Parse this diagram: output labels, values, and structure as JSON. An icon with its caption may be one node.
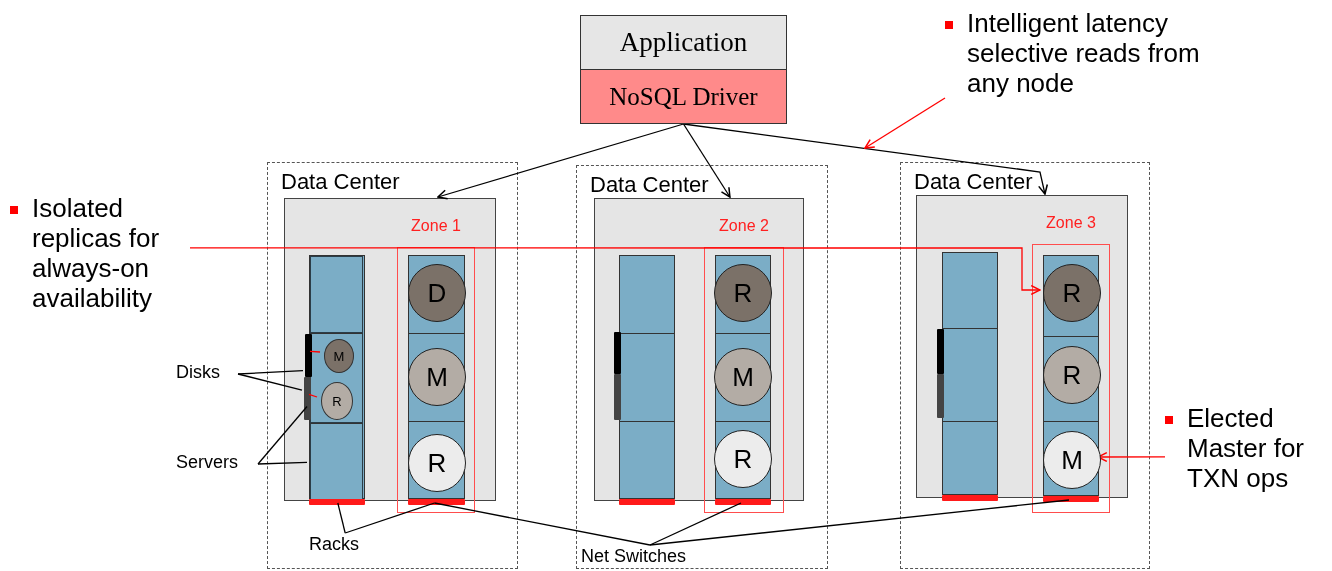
{
  "diagram": {
    "nodes": [
      {
        "text": [
          "Application"
        ]
      },
      {
        "text": [
          "NoSQL Driver"
        ]
      },
      {
        "text": [
          "Intelligent latency selective reads from any node"
        ]
      },
      {
        "text": [
          "Isolated replicas for always-on availability"
        ]
      },
      {
        "text": [
          "Elected Master for TXN ops"
        ]
      },
      {
        "text": [
          "Disks"
        ]
      },
      {
        "text": [
          "Servers"
        ]
      },
      {
        "text": [
          "Racks"
        ],
        "in": 9
      },
      {
        "text": [
          "Net Switches"
        ],
        "in": 26
      },
      {
        "text": [
          "Data Center"
        ]
      },
      {
        "text": [],
        "shape": "box",
        "in": 9
      },
      {
        "text": [],
        "shape": "box",
        "in": 10
      },
      {
        "text": [],
        "shape": "box",
        "in": 11
      },
      {
        "text": [],
        "shape": "box",
        "in": 11
      },
      {
        "text": [],
        "shape": "box",
        "in": 11
      },
      {
        "text": [
          "M"
        ],
        "in": 13
      },
      {
        "text": [
          "R"
        ],
        "in": 13
      },
      {
        "text": [],
        "shape": "bar",
        "in": 10
      },
      {
        "text": [],
        "shape": "bar",
        "in": 10
      },
      {
        "text": [],
        "shape": "bar",
        "in": 10
      },
      {
        "text": [
          "Zone 1"
        ],
        "in": 10
      },
      {
        "text": [],
        "shape": "box",
        "in": 20
      },
      {
        "text": [
          "D"
        ],
        "in": 21
      },
      {
        "text": [
          "M"
        ],
        "in": 21
      },
      {
        "text": [
          "R"
        ],
        "in": 21
      },
      {
        "text": [],
        "shape": "bar",
        "in": 20
      },
      {
        "text": [
          "Data Center"
        ]
      },
      {
        "text": [],
        "shape": "box",
        "in": 26
      },
      {
        "text": [],
        "shape": "box",
        "in": 27
      },
      {
        "text": [],
        "shape": "bar",
        "in": 27
      },
      {
        "text": [],
        "shape": "bar",
        "in": 27
      },
      {
        "text": [],
        "shape": "bar",
        "in": 27
      },
      {
        "text": [
          "Zone 2"
        ],
        "in": 27
      },
      {
        "text": [],
        "shape": "box",
        "in": 32
      },
      {
        "text": [
          "R"
        ],
        "in": 33
      },
      {
        "text": [
          "M"
        ],
        "in": 33
      },
      {
        "text": [
          "R"
        ],
        "in": 33
      },
      {
        "text": [],
        "shape": "bar",
        "in": 32
      },
      {
        "text": [
          "Data Center"
        ]
      },
      {
        "text": [],
        "shape": "box",
        "in": 38
      },
      {
        "text": [],
        "shape": "box",
        "in": 39
      },
      {
        "text": [],
        "shape": "bar",
        "in": 39
      },
      {
        "text": [],
        "shape": "bar",
        "in": 39
      },
      {
        "text": [],
        "shape": "bar",
        "in": 39
      },
      {
        "text": [
          "Zone 3"
        ],
        "in": 39
      },
      {
        "text": [],
        "shape": "box",
        "in": 44
      },
      {
        "text": [
          "R"
        ],
        "in": 45
      },
      {
        "text": [
          "R"
        ],
        "in": 45
      },
      {
        "text": [
          "M"
        ],
        "in": 45
      },
      {
        "text": [],
        "shape": "bar",
        "in": 44
      }
    ],
    "edges": [
      {
        "from": 1,
        "to": 10,
        "arrow": "to"
      },
      {
        "from": 1,
        "to": 27,
        "arrow": "to"
      },
      {
        "from": 1,
        "to": 39,
        "arrow": "to"
      },
      {
        "from": 2,
        "to": null,
        "arrow": "to",
        "color": "#ff0000"
      },
      {
        "from": 3,
        "to": 46,
        "arrow": "to",
        "color": "#ff0000"
      },
      {
        "from": 4,
        "to": 48,
        "arrow": "to",
        "color": "#ff0000"
      },
      {
        "from": 5,
        "to": 17,
        "arrow": "none"
      },
      {
        "from": 5,
        "to": 18,
        "arrow": "none"
      },
      {
        "from": 6,
        "to": 13,
        "arrow": "none"
      },
      {
        "from": 6,
        "to": 14,
        "arrow": "none"
      },
      {
        "from": 7,
        "to": 19,
        "arrow": "none"
      },
      {
        "from": 7,
        "to": 25,
        "arrow": "none"
      },
      {
        "from": 8,
        "to": 25,
        "arrow": "none"
      },
      {
        "from": 8,
        "to": 37,
        "arrow": "none"
      },
      {
        "from": 8,
        "to": 49,
        "arrow": "none"
      },
      {
        "from": 17,
        "to": 15,
        "arrow": "none",
        "color": "#ff0000"
      },
      {
        "from": 18,
        "to": 16,
        "arrow": "none",
        "color": "#ff0000"
      }
    ]
  }
}
